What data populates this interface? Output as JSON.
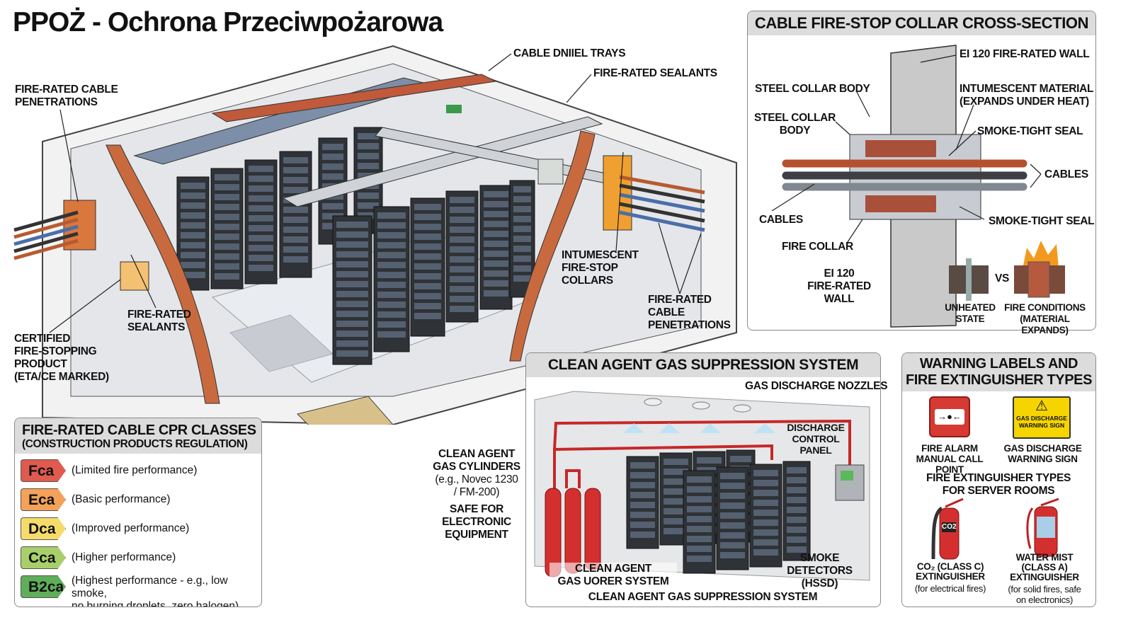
{
  "title": "PPOŻ - Ochrona Przeciwpożarowa",
  "main_illustration": {
    "labels": {
      "cable_trays": "CABLE DNIIEL TRAYS",
      "sealants_top": "FIRE-RATED SEALANTS",
      "penetrations_left": "FIRE-RATED CABLE\nPENETRATIONS",
      "intumescent_collars": "INTUMESCENT\nFIRE-STOP\nCOLLARS",
      "penetrations_right": "FIRE-RATED\nCABLE\nPENETRATIONS",
      "sealants_left": "FIRE-RATED\nSEALANTS",
      "certified_product": "CERTIFIED\nFIRE-STOPPING\nPRODUCT\n(ETA/CE MARKED)"
    }
  },
  "cpr_panel": {
    "title": "FIRE-RATED CABLE CPR CLASSES",
    "subtitle": "(CONSTRUCTION PRODUCTS REGULATION)",
    "classes": [
      {
        "code": "Fca",
        "desc": "(Limited fire performance)",
        "color": "#e05a4f"
      },
      {
        "code": "Eca",
        "desc": "(Basic performance)",
        "color": "#f4a259"
      },
      {
        "code": "Dca",
        "desc": "(Improved performance)",
        "color": "#f5dc6a"
      },
      {
        "code": "Cca",
        "desc": "(Higher performance)",
        "color": "#a9cf6a"
      },
      {
        "code": "B2ca",
        "desc": "(Highest performance - e.g., low smoke,\nno burning droplets, zero halogen)",
        "color": "#5fae5a"
      }
    ]
  },
  "cross_section": {
    "title": "CABLE FIRE-STOP COLLAR CROSS-SECTION",
    "labels": {
      "wall_top": "EI 120 FIRE-RATED WALL",
      "steel_collar_1": "STEEL COLLAR BODY",
      "intumescent": "INTUMESCENT MATERIAL\n(EXPANDS UNDER HEAT)",
      "steel_collar_2": "STEEL COLLAR\nBODY",
      "smoke_seal_1": "SMOKE-TIGHT SEAL",
      "cables_right": "CABLES",
      "cables_left": "CABLES",
      "smoke_seal_2": "SMOKE-TIGHT SEAL",
      "fire_collar": "FIRE COLLAR",
      "wall_bottom": "EI 120\nFIRE-RATED\nWALL",
      "vs": "VS",
      "unheated": "UNHEATED\nSTATE",
      "fire_conditions": "FIRE CONDITIONS\n(MATERIAL EXPANDS)"
    }
  },
  "gas_panel": {
    "title": "CLEAN AGENT GAS SUPPRESSION SYSTEM",
    "labels": {
      "nozzles": "GAS DISCHARGE NOZZLES",
      "control_panel": "DISCHARGE\nCONTROL\nPANEL",
      "cylinders": "CLEAN AGENT\nGAS CYLINDERS",
      "cylinders_example": "(e.g., Novec 1230\n/ FM-200)",
      "safe": "SAFE FOR\nELECTRONIC\nEQUIPMENT",
      "system": "CLEAN AGENT\nGAS UORER SYSTEM",
      "smoke_detectors": "SMOKE\nDETECTORS\n(HSSD)",
      "footer": "CLEAN AGENT GAS SUPPRESSION SYSTEM"
    }
  },
  "warning_panel": {
    "title": "WARNING LABELS AND\nFIRE EXTINGUISHER TYPES",
    "call_point_label": "FIRE ALARM\nMANUAL CALL POINT",
    "sign_text": "GAS DISCHARGE\nWARNING SIGN",
    "sign_label": "GAS DISCHARGE\nWARNING SIGN",
    "extinguisher_heading": "FIRE EXTINGUISHER TYPES\nFOR SERVER ROOMS",
    "co2_badge": "CO2",
    "co2_label": "CO₂ (CLASS C)\nEXTINGUISHER",
    "co2_note": "(for electrical fires)",
    "mist_label": "WATER MIST\n(CLASS A)\nEXTINGUISHER",
    "mist_note": "(for solid fires, safe\non electronics)"
  }
}
